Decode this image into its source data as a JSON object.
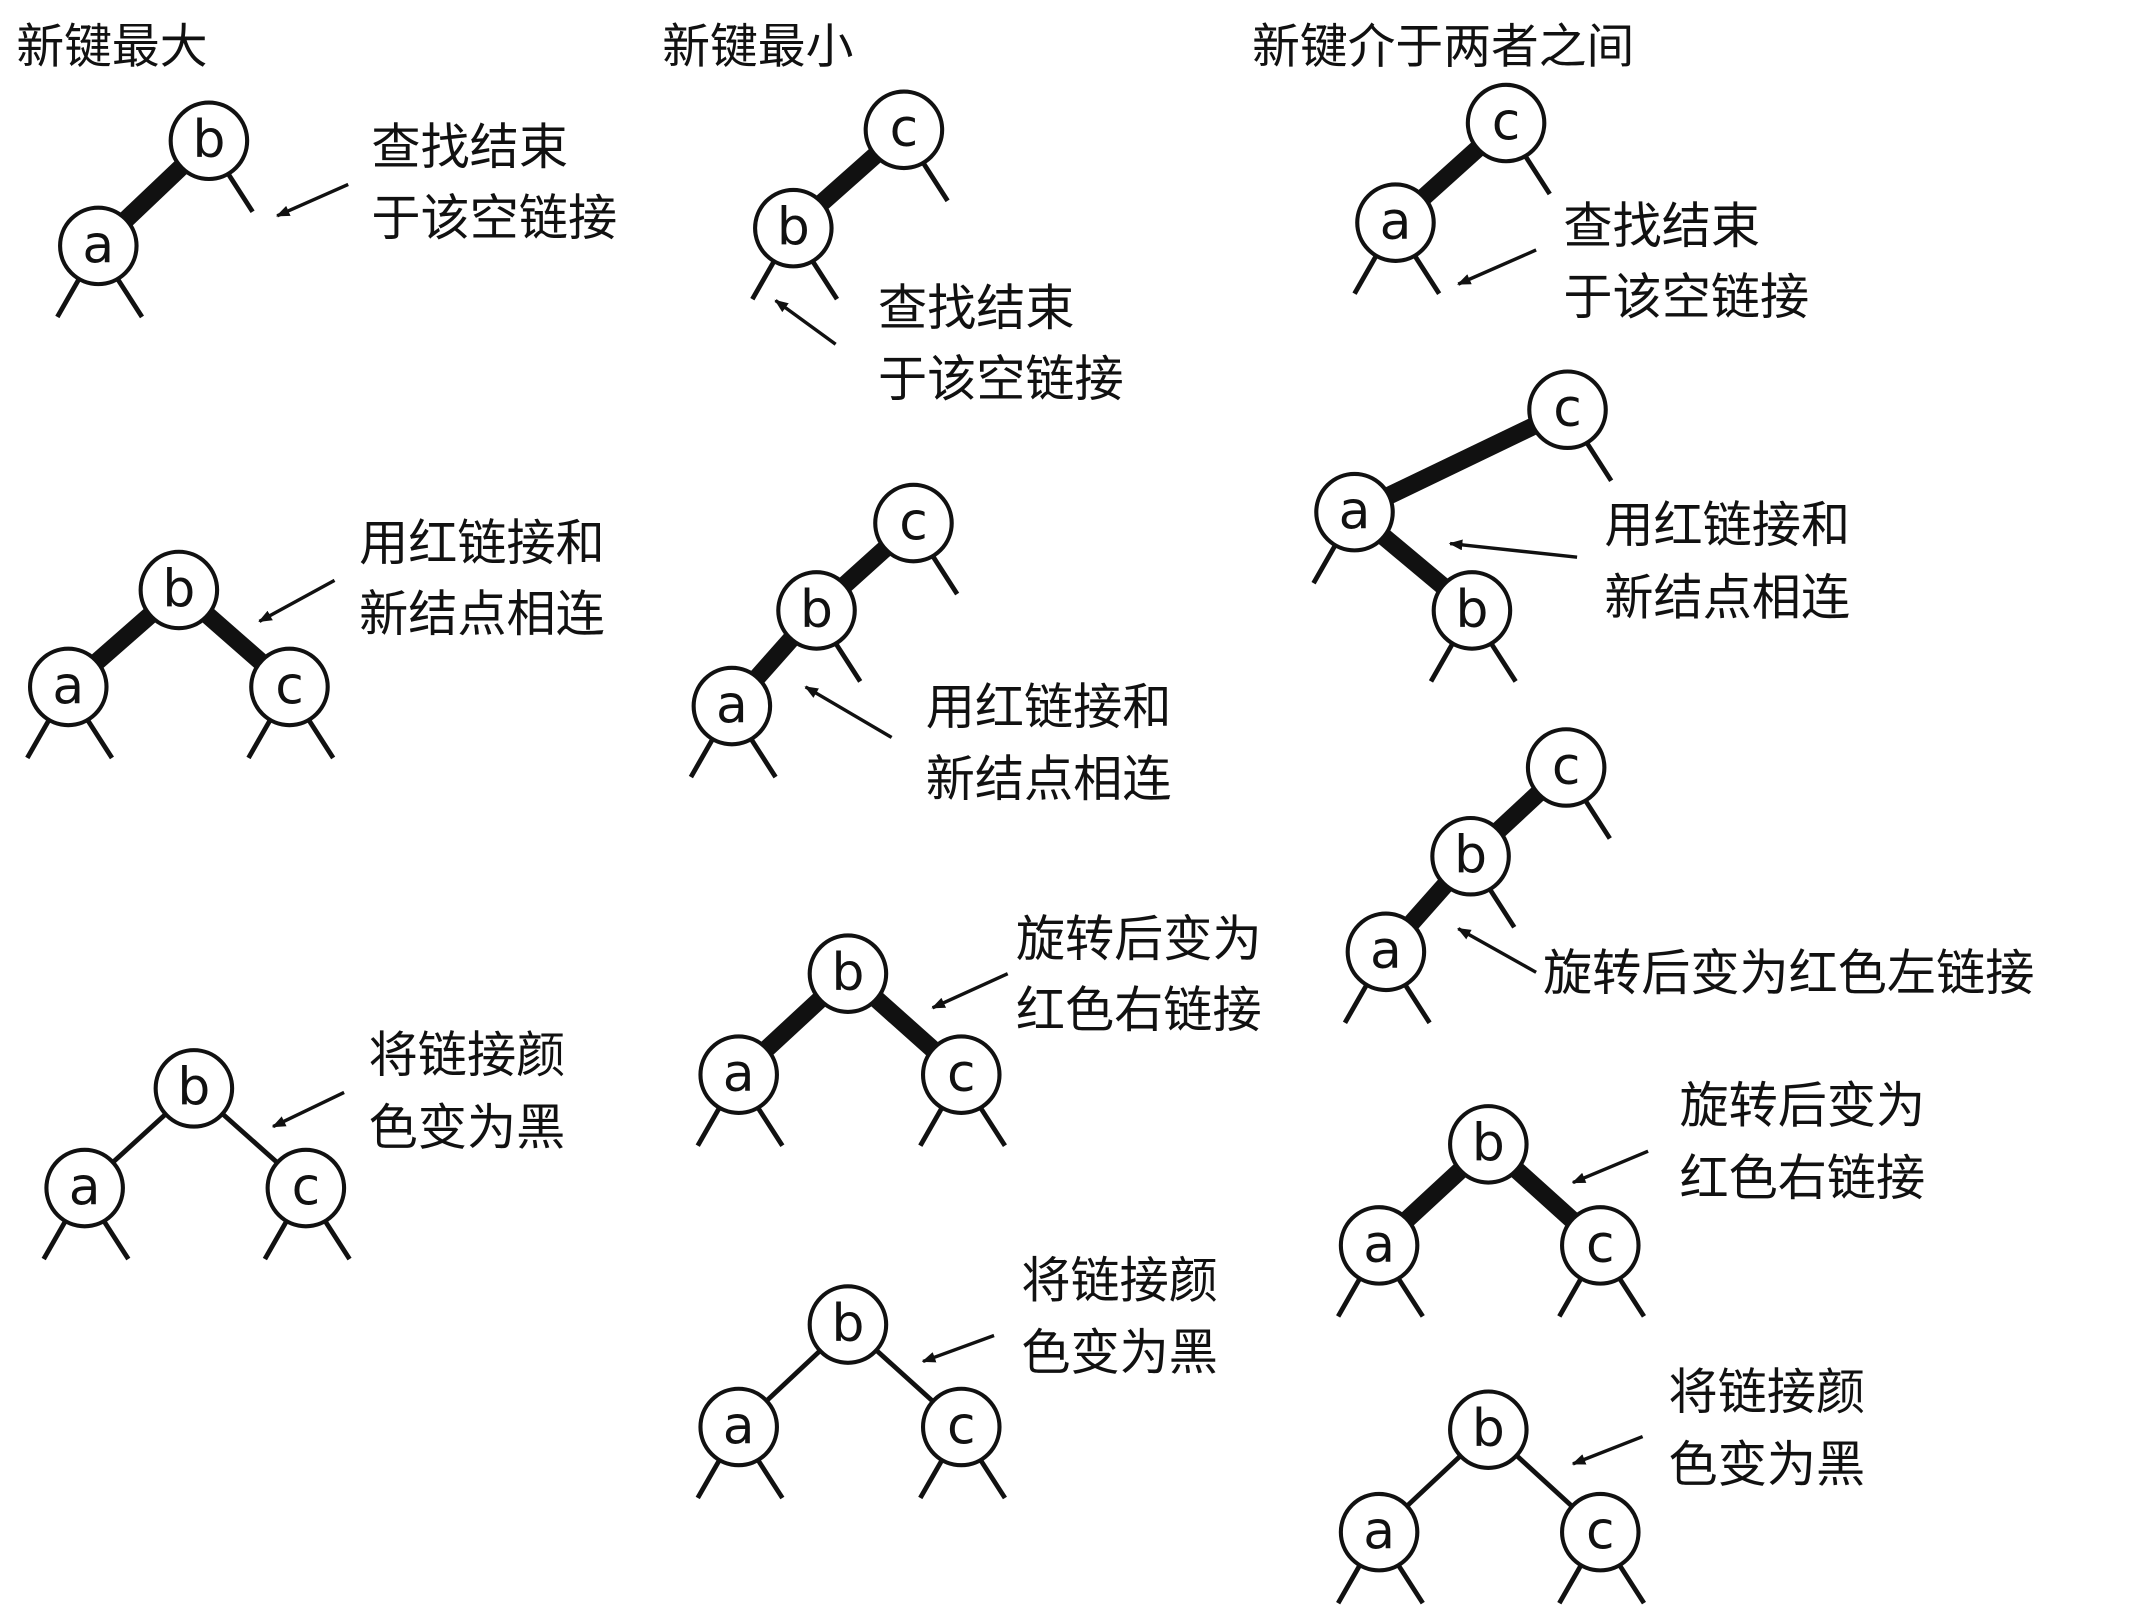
{
  "columns": [
    {
      "title": "新键最大",
      "steps": [
        {
          "nodes": [
            "b",
            "a"
          ],
          "note": [
            "查找结束",
            "于该空链接"
          ]
        },
        {
          "nodes": [
            "b",
            "a",
            "c"
          ],
          "note": [
            "用红链接和",
            "新结点相连"
          ]
        },
        {
          "nodes": [
            "b",
            "a",
            "c"
          ],
          "note": [
            "将链接颜",
            "色变为黑"
          ]
        }
      ]
    },
    {
      "title": "新键最小",
      "steps": [
        {
          "nodes": [
            "c",
            "b"
          ],
          "note": [
            "查找结束",
            "于该空链接"
          ]
        },
        {
          "nodes": [
            "c",
            "b",
            "a"
          ],
          "note": [
            "用红链接和",
            "新结点相连"
          ]
        },
        {
          "nodes": [
            "b",
            "a",
            "c"
          ],
          "note": [
            "旋转后变为",
            "红色右链接"
          ]
        },
        {
          "nodes": [
            "b",
            "a",
            "c"
          ],
          "note": [
            "将链接颜",
            "色变为黑"
          ]
        }
      ]
    },
    {
      "title": "新键介于两者之间",
      "steps": [
        {
          "nodes": [
            "c",
            "a"
          ],
          "note": [
            "查找结束",
            "于该空链接"
          ]
        },
        {
          "nodes": [
            "c",
            "a",
            "b"
          ],
          "note": [
            "用红链接和",
            "新结点相连"
          ]
        },
        {
          "nodes": [
            "c",
            "b",
            "a"
          ],
          "note": [
            "旋转后变为红色左链接"
          ]
        },
        {
          "nodes": [
            "b",
            "a",
            "c"
          ],
          "note": [
            "旋转后变为",
            "红色右链接"
          ]
        },
        {
          "nodes": [
            "b",
            "a",
            "c"
          ],
          "note": [
            "将链接颜",
            "色变为黑"
          ]
        }
      ]
    }
  ]
}
